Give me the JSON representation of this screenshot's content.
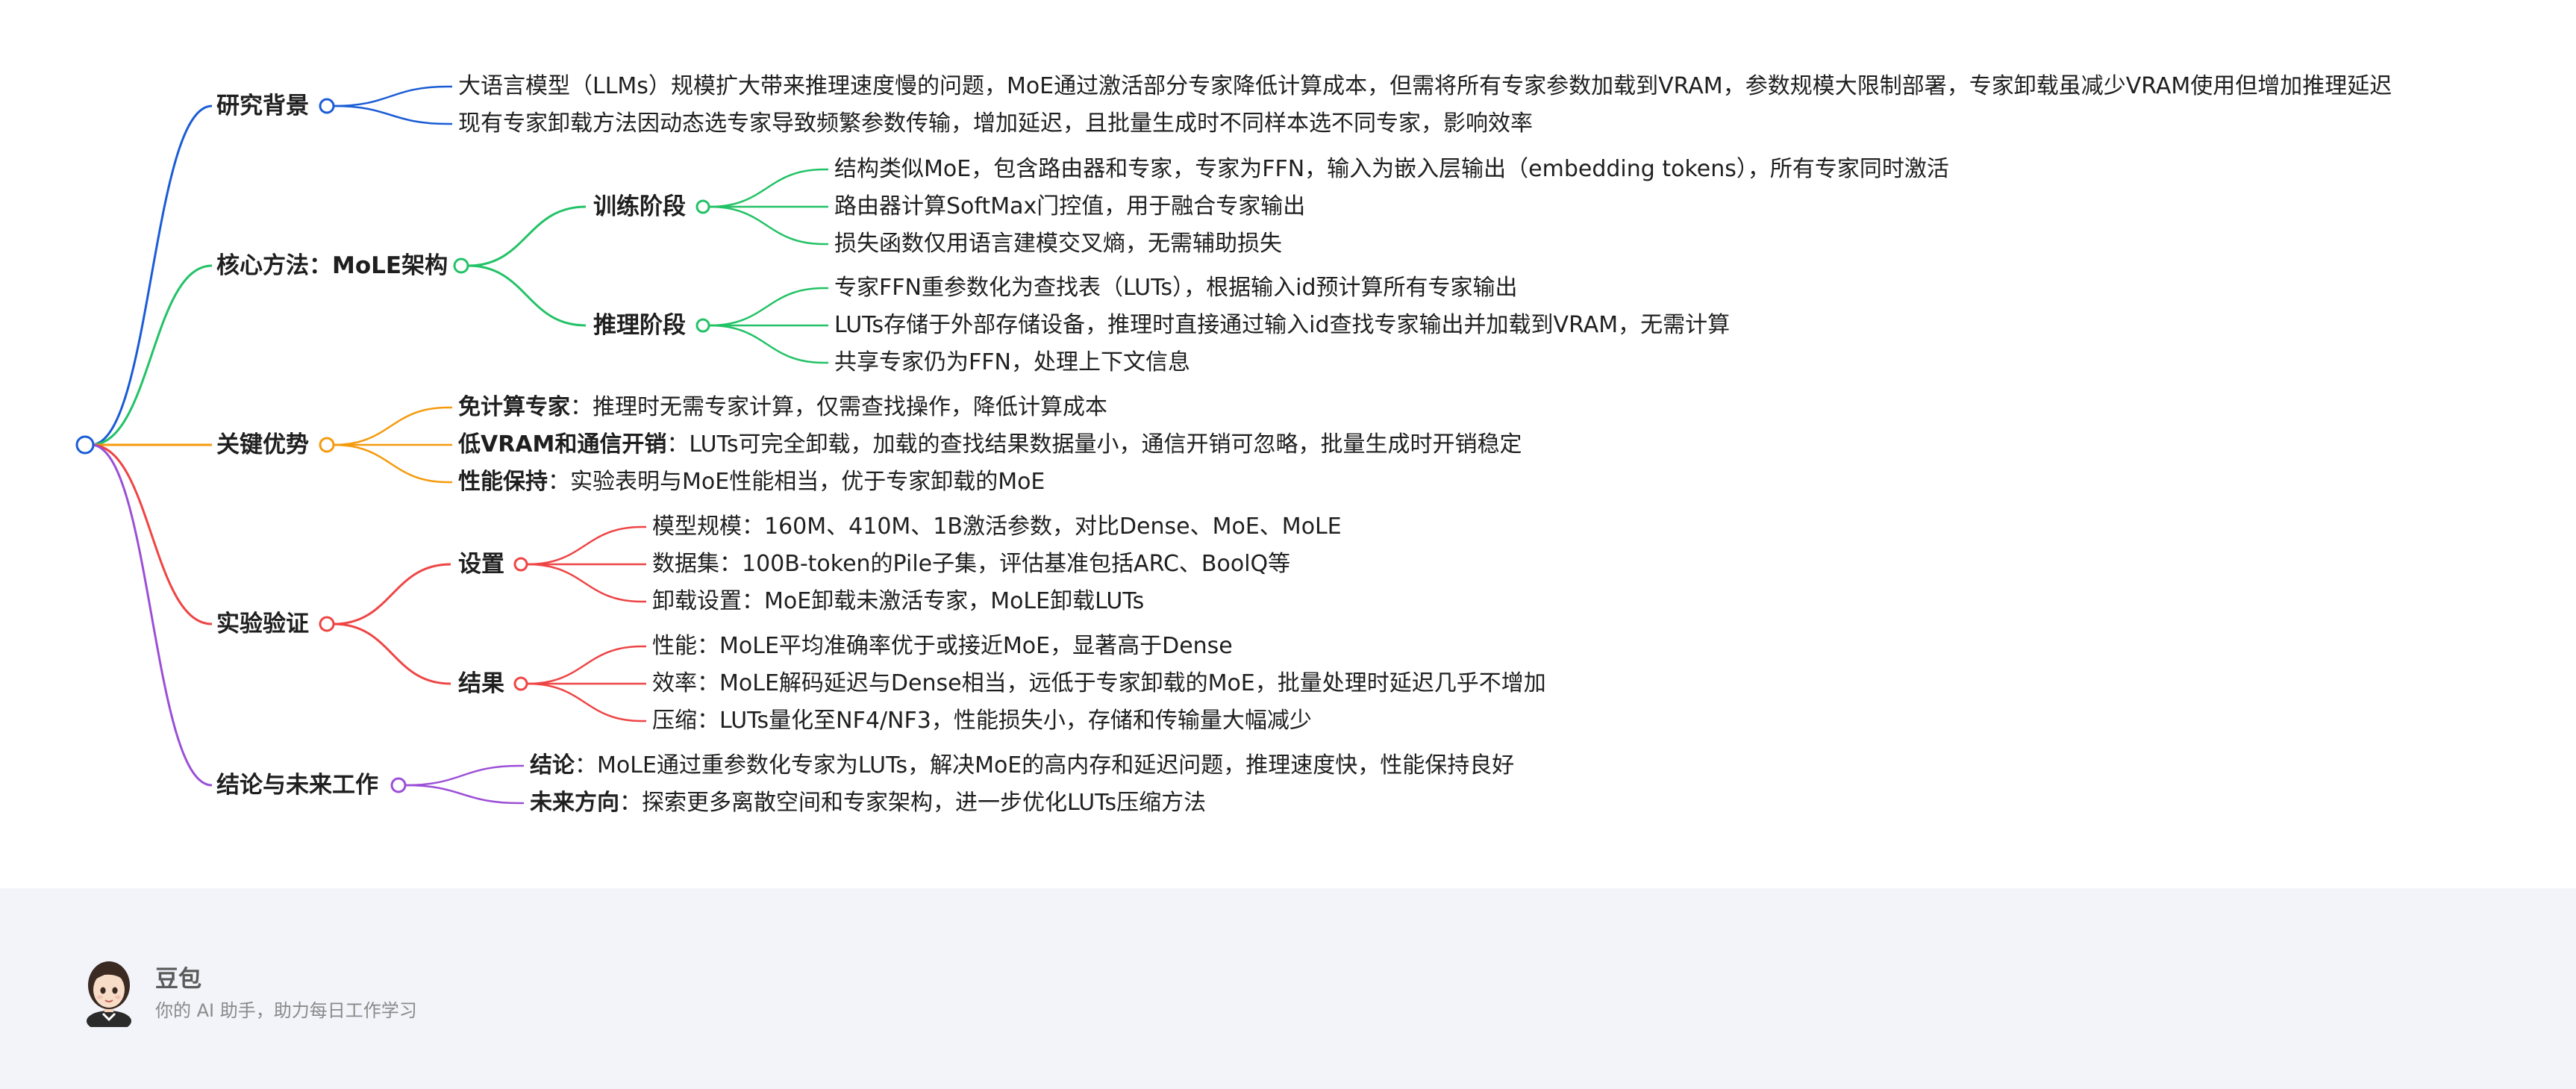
{
  "colors": {
    "root": "#1a5cd6",
    "研究背景": "#1a5cd6",
    "核心方法": "#22c266",
    "关键优势": "#f59a0c",
    "实验验证": "#ef4444",
    "结论": "#9b4fd6"
  },
  "mindmap": {
    "branches": [
      {
        "label": "研究背景",
        "color": "#1a5cd6",
        "leaves": [
          {
            "lead": "",
            "text": "大语言模型（LLMs）规模扩大带来推理速度慢的问题，MoE通过激活部分专家降低计算成本，但需将所有专家参数加载到VRAM，参数规模大限制部署，专家卸载虽减少VRAM使用但增加推理延迟"
          },
          {
            "lead": "",
            "text": "现有专家卸载方法因动态选专家导致频繁参数传输，增加延迟，且批量生成时不同样本选不同专家，影响效率"
          }
        ]
      },
      {
        "label": "核心方法：MoLE架构",
        "color": "#22c266",
        "subs": [
          {
            "label": "训练阶段",
            "leaves": [
              {
                "lead": "",
                "text": "结构类似MoE，包含路由器和专家，专家为FFN，输入为嵌入层输出（embedding tokens），所有专家同时激活"
              },
              {
                "lead": "",
                "text": "路由器计算SoftMax门控值，用于融合专家输出"
              },
              {
                "lead": "",
                "text": "损失函数仅用语言建模交叉熵，无需辅助损失"
              }
            ]
          },
          {
            "label": "推理阶段",
            "leaves": [
              {
                "lead": "",
                "text": "专家FFN重参数化为查找表（LUTs），根据输入id预计算所有专家输出"
              },
              {
                "lead": "",
                "text": "LUTs存储于外部存储设备，推理时直接通过输入id查找专家输出并加载到VRAM，无需计算"
              },
              {
                "lead": "",
                "text": "共享专家仍为FFN，处理上下文信息"
              }
            ]
          }
        ]
      },
      {
        "label": "关键优势",
        "color": "#f59a0c",
        "leaves": [
          {
            "lead": "免计算专家",
            "text": "：推理时无需专家计算，仅需查找操作，降低计算成本"
          },
          {
            "lead": "低VRAM和通信开销",
            "text": "：LUTs可完全卸载，加载的查找结果数据量小，通信开销可忽略，批量生成时开销稳定"
          },
          {
            "lead": "性能保持",
            "text": "：实验表明与MoE性能相当，优于专家卸载的MoE"
          }
        ]
      },
      {
        "label": "实验验证",
        "color": "#ef4444",
        "subs": [
          {
            "label": "设置",
            "leaves": [
              {
                "lead": "",
                "text": "模型规模：160M、410M、1B激活参数，对比Dense、MoE、MoLE"
              },
              {
                "lead": "",
                "text": "数据集：100B-token的Pile子集，评估基准包括ARC、BoolQ等"
              },
              {
                "lead": "",
                "text": "卸载设置：MoE卸载未激活专家，MoLE卸载LUTs"
              }
            ]
          },
          {
            "label": "结果",
            "leaves": [
              {
                "lead": "",
                "text": "性能：MoLE平均准确率优于或接近MoE，显著高于Dense"
              },
              {
                "lead": "",
                "text": "效率：MoLE解码延迟与Dense相当，远低于专家卸载的MoE，批量处理时延迟几乎不增加"
              },
              {
                "lead": "",
                "text": "压缩：LUTs量化至NF4/NF3，性能损失小，存储和传输量大幅减少"
              }
            ]
          }
        ]
      },
      {
        "label": "结论与未来工作",
        "color": "#9b4fd6",
        "leaves": [
          {
            "lead": "结论",
            "text": "：MoLE通过重参数化专家为LUTs，解决MoE的高内存和延迟问题，推理速度快，性能保持良好"
          },
          {
            "lead": "未来方向",
            "text": "：探索更多离散空间和专家架构，进一步优化LUTs压缩方法"
          }
        ]
      }
    ]
  },
  "footer": {
    "name": "豆包",
    "description": "你的 AI 助手，助力每日工作学习"
  }
}
